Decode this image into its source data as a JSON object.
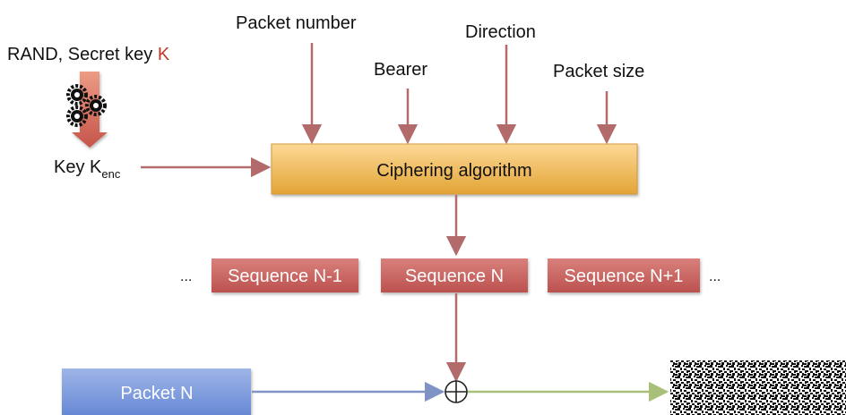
{
  "colors": {
    "arrow_red": "#b26a6a",
    "arrow_blue": "#7f93c4",
    "arrow_green": "#a9c07a",
    "key_highlight": "#c0392b",
    "cipher_box_top": "#fbd38a",
    "cipher_box_bottom": "#e6a537",
    "sequence_box": "#c9625f",
    "packet_box": "#6f8fd6"
  },
  "inputs": {
    "packet_number": "Packet number",
    "bearer": "Bearer",
    "direction": "Direction",
    "packet_size": "Packet size"
  },
  "key_source": {
    "prefix": "RAND, Secret key ",
    "highlight": "K"
  },
  "key_enc": {
    "base": "Key K",
    "subscript": "enc"
  },
  "cipher_box": {
    "label": "Ciphering algorithm"
  },
  "sequences": {
    "ellipsis_left": "...",
    "prev": "Sequence N-1",
    "current": "Sequence N",
    "next": "Sequence N+1",
    "ellipsis_right": "..."
  },
  "packet": {
    "label": "Packet N"
  },
  "icons": [
    "gears-icon",
    "xor-icon",
    "scrambled-data-icon"
  ]
}
